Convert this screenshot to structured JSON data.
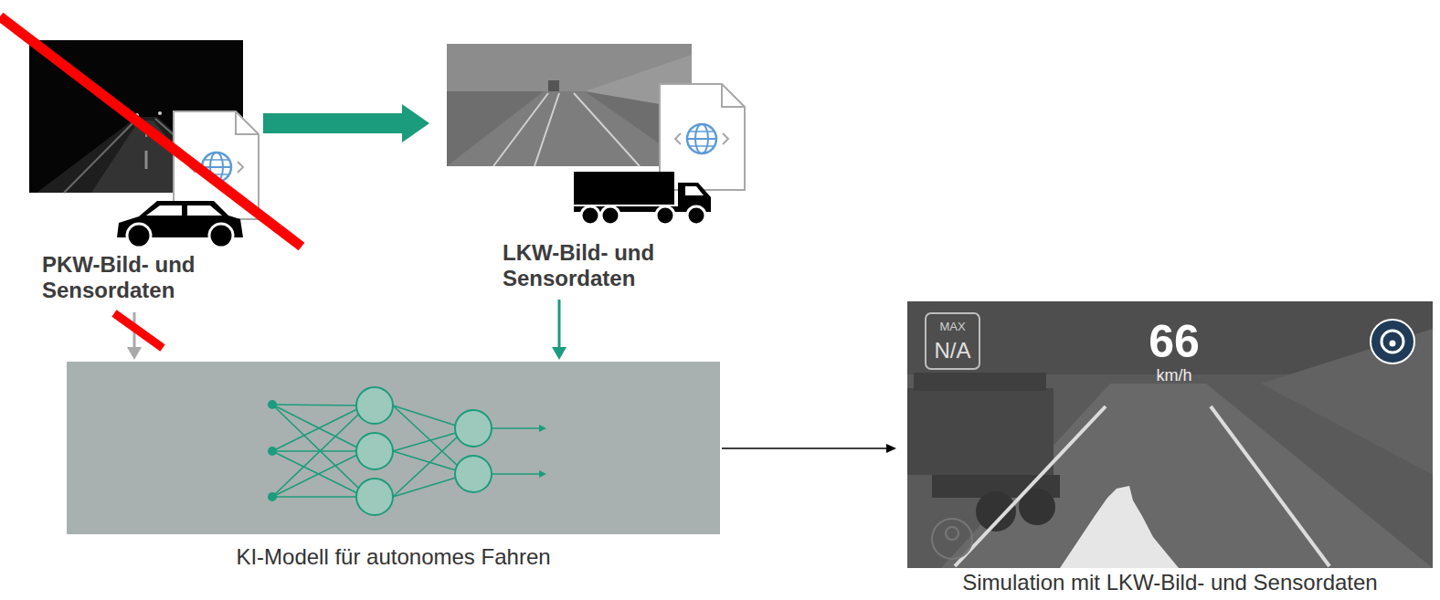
{
  "diagram": {
    "nodes": [
      {
        "text": [
          "PKW-Bild- und Sensordaten"
        ]
      },
      {
        "text": [
          "LKW-Bild- und Sensordaten"
        ]
      },
      {
        "text": [
          "KI-Modell für autonomes Fahren"
        ]
      },
      {
        "text": [
          "MAX",
          "N/A",
          "66",
          "km/h",
          "Simulation mit LKW-Bild- und Sensordaten"
        ]
      }
    ],
    "edges": [
      {
        "from": 0,
        "to": 1,
        "arrow": "to"
      },
      {
        "from": 0,
        "to": 2,
        "arrow": "to"
      },
      {
        "from": 1,
        "to": 2,
        "arrow": "to"
      },
      {
        "from": 2,
        "to": 3,
        "arrow": "to"
      }
    ]
  }
}
